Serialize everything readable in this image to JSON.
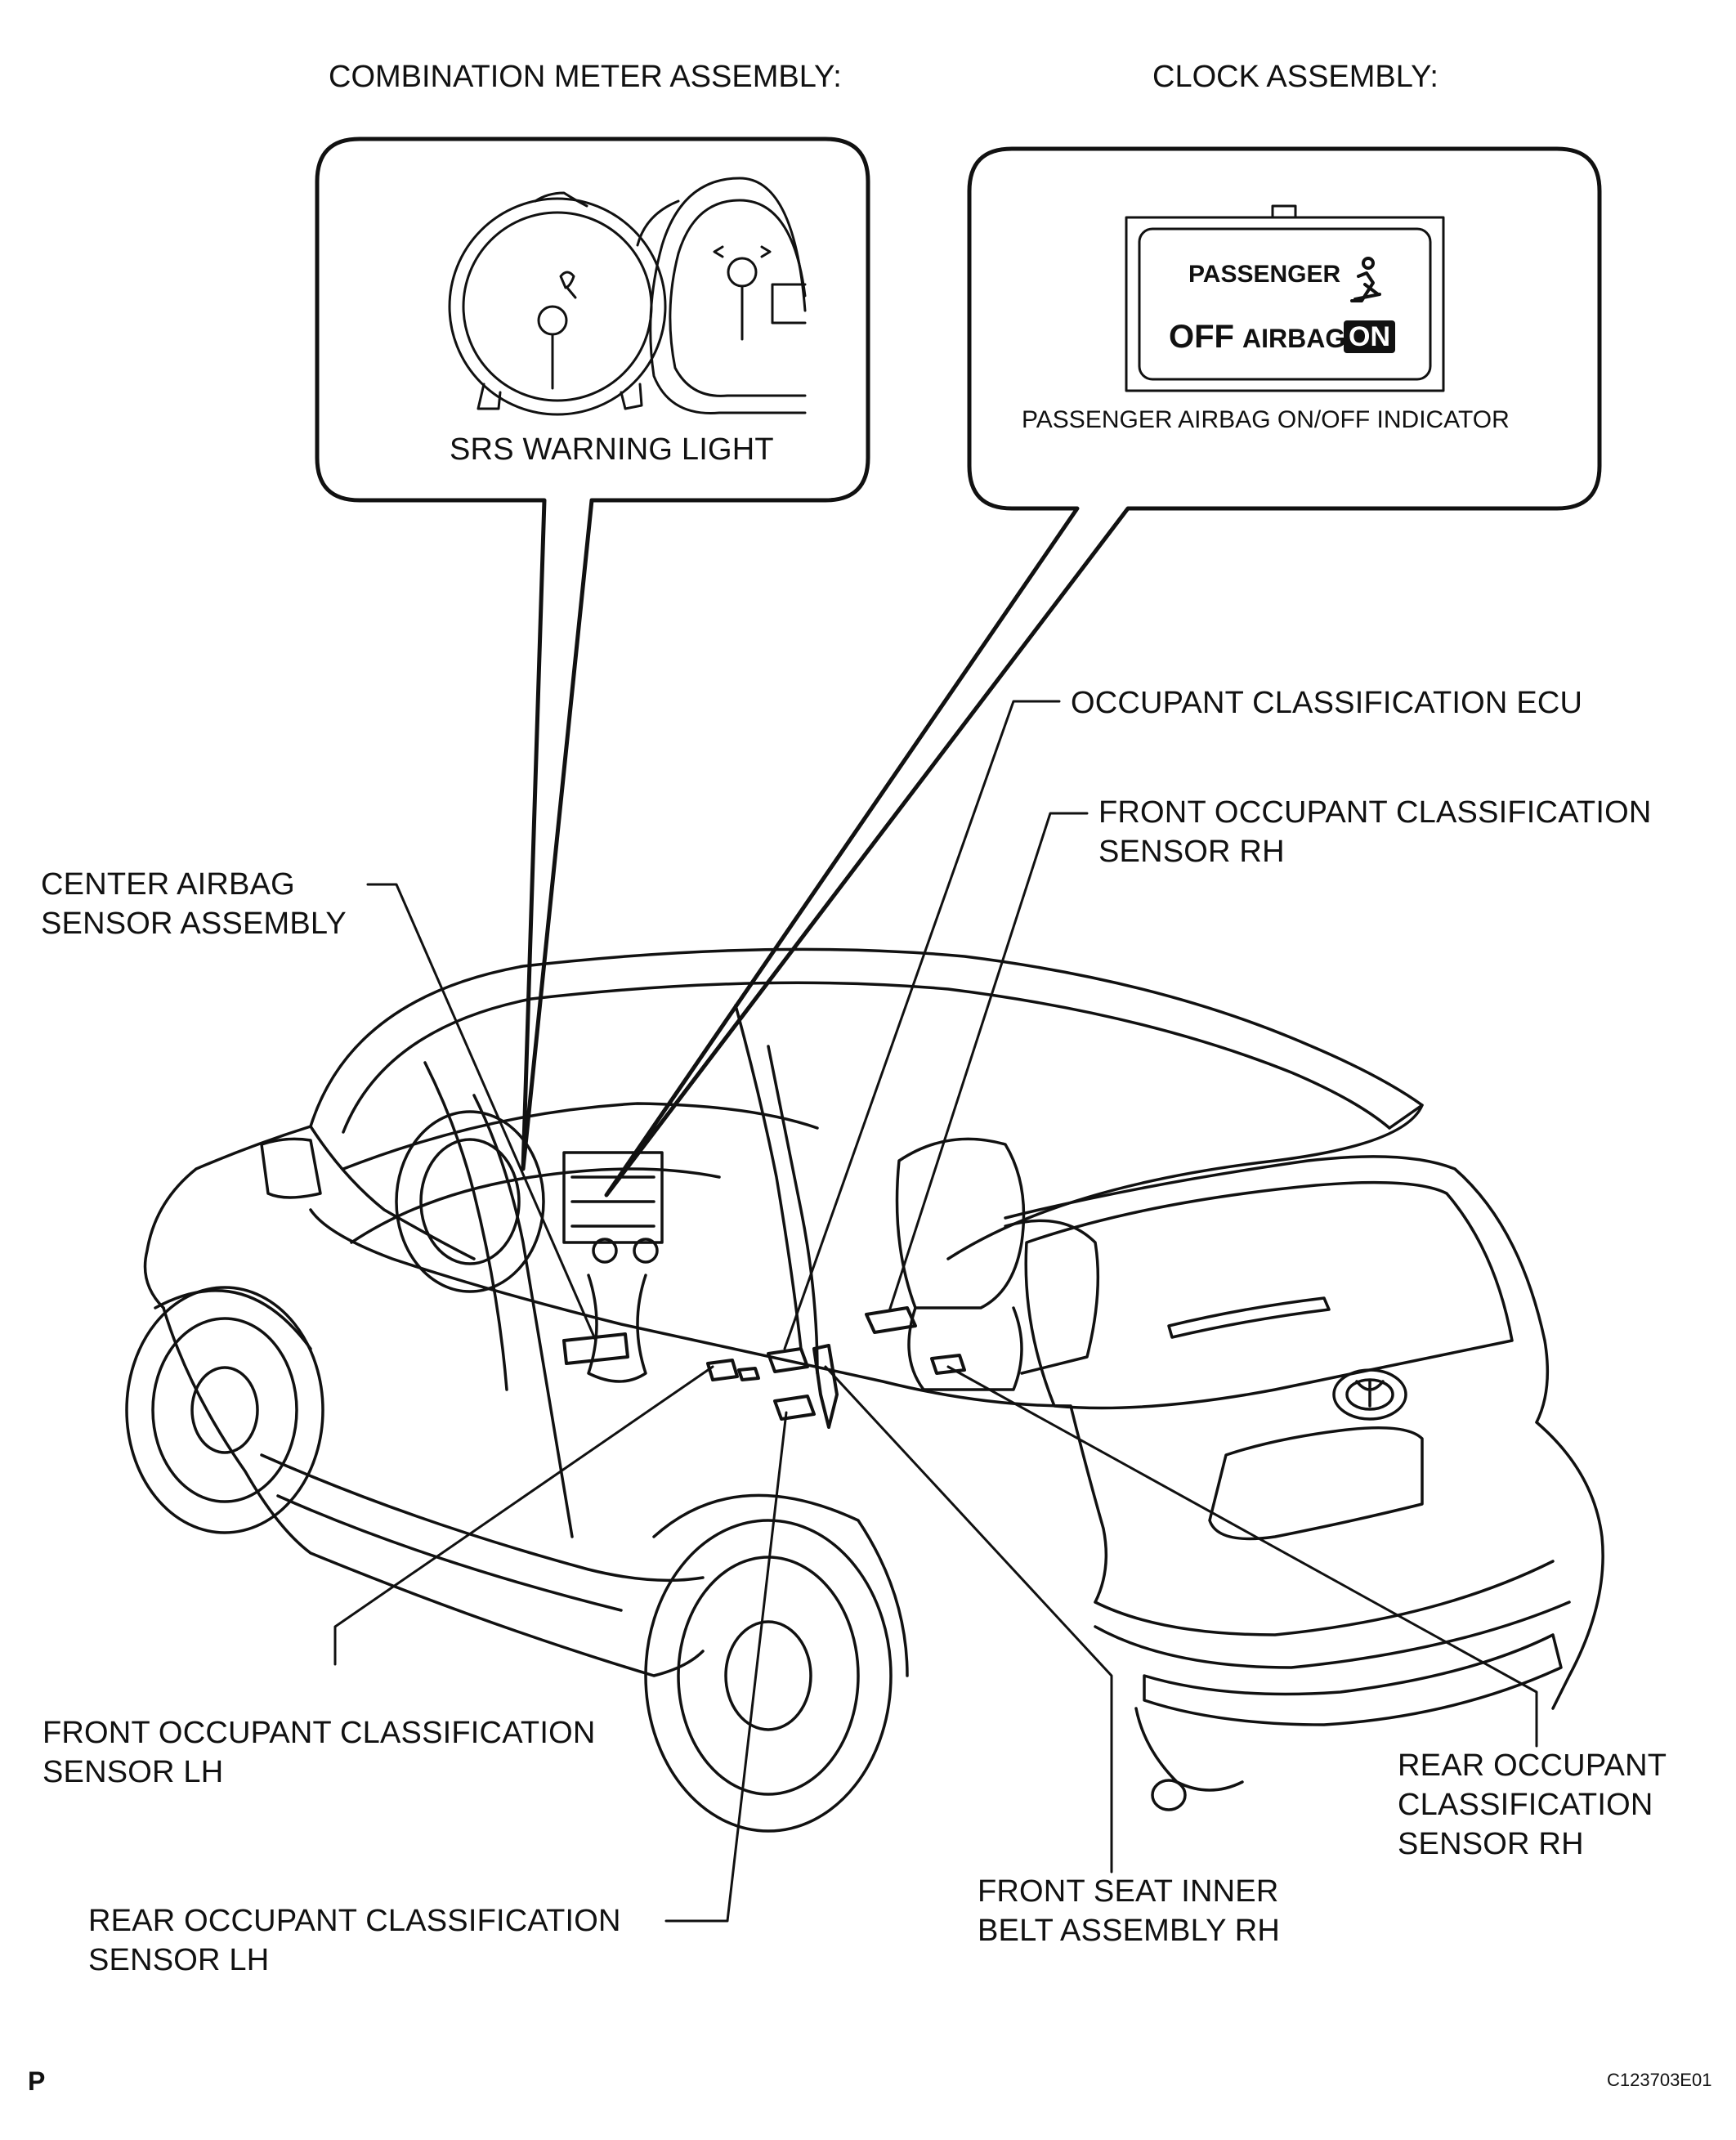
{
  "headers": {
    "combination_meter": "COMBINATION METER ASSEMBLY:",
    "clock": "CLOCK ASSEMBLY:"
  },
  "insets": {
    "meter_callout": "SRS WARNING LIGHT",
    "clock_display": {
      "passenger": "PASSENGER",
      "off": "OFF",
      "airbag": "AIRBAG",
      "on": "ON"
    },
    "clock_callout": "PASSENGER AIRBAG ON/OFF INDICATOR"
  },
  "labels": {
    "occupant_ecu": "OCCUPANT CLASSIFICATION ECU",
    "front_rh": [
      "FRONT OCCUPANT CLASSIFICATION",
      "SENSOR RH"
    ],
    "center_airbag": [
      "CENTER AIRBAG",
      "SENSOR ASSEMBLY"
    ],
    "front_lh": [
      "FRONT OCCUPANT CLASSIFICATION",
      "SENSOR LH"
    ],
    "rear_rh": [
      "REAR OCCUPANT",
      "CLASSIFICATION",
      "SENSOR RH"
    ],
    "belt_rh": [
      "FRONT SEAT INNER",
      "BELT ASSEMBLY RH"
    ],
    "rear_lh": [
      "REAR OCCUPANT CLASSIFICATION",
      "SENSOR LH"
    ]
  },
  "footer": {
    "page_mark": "P",
    "figure_code": "C123703E01"
  }
}
